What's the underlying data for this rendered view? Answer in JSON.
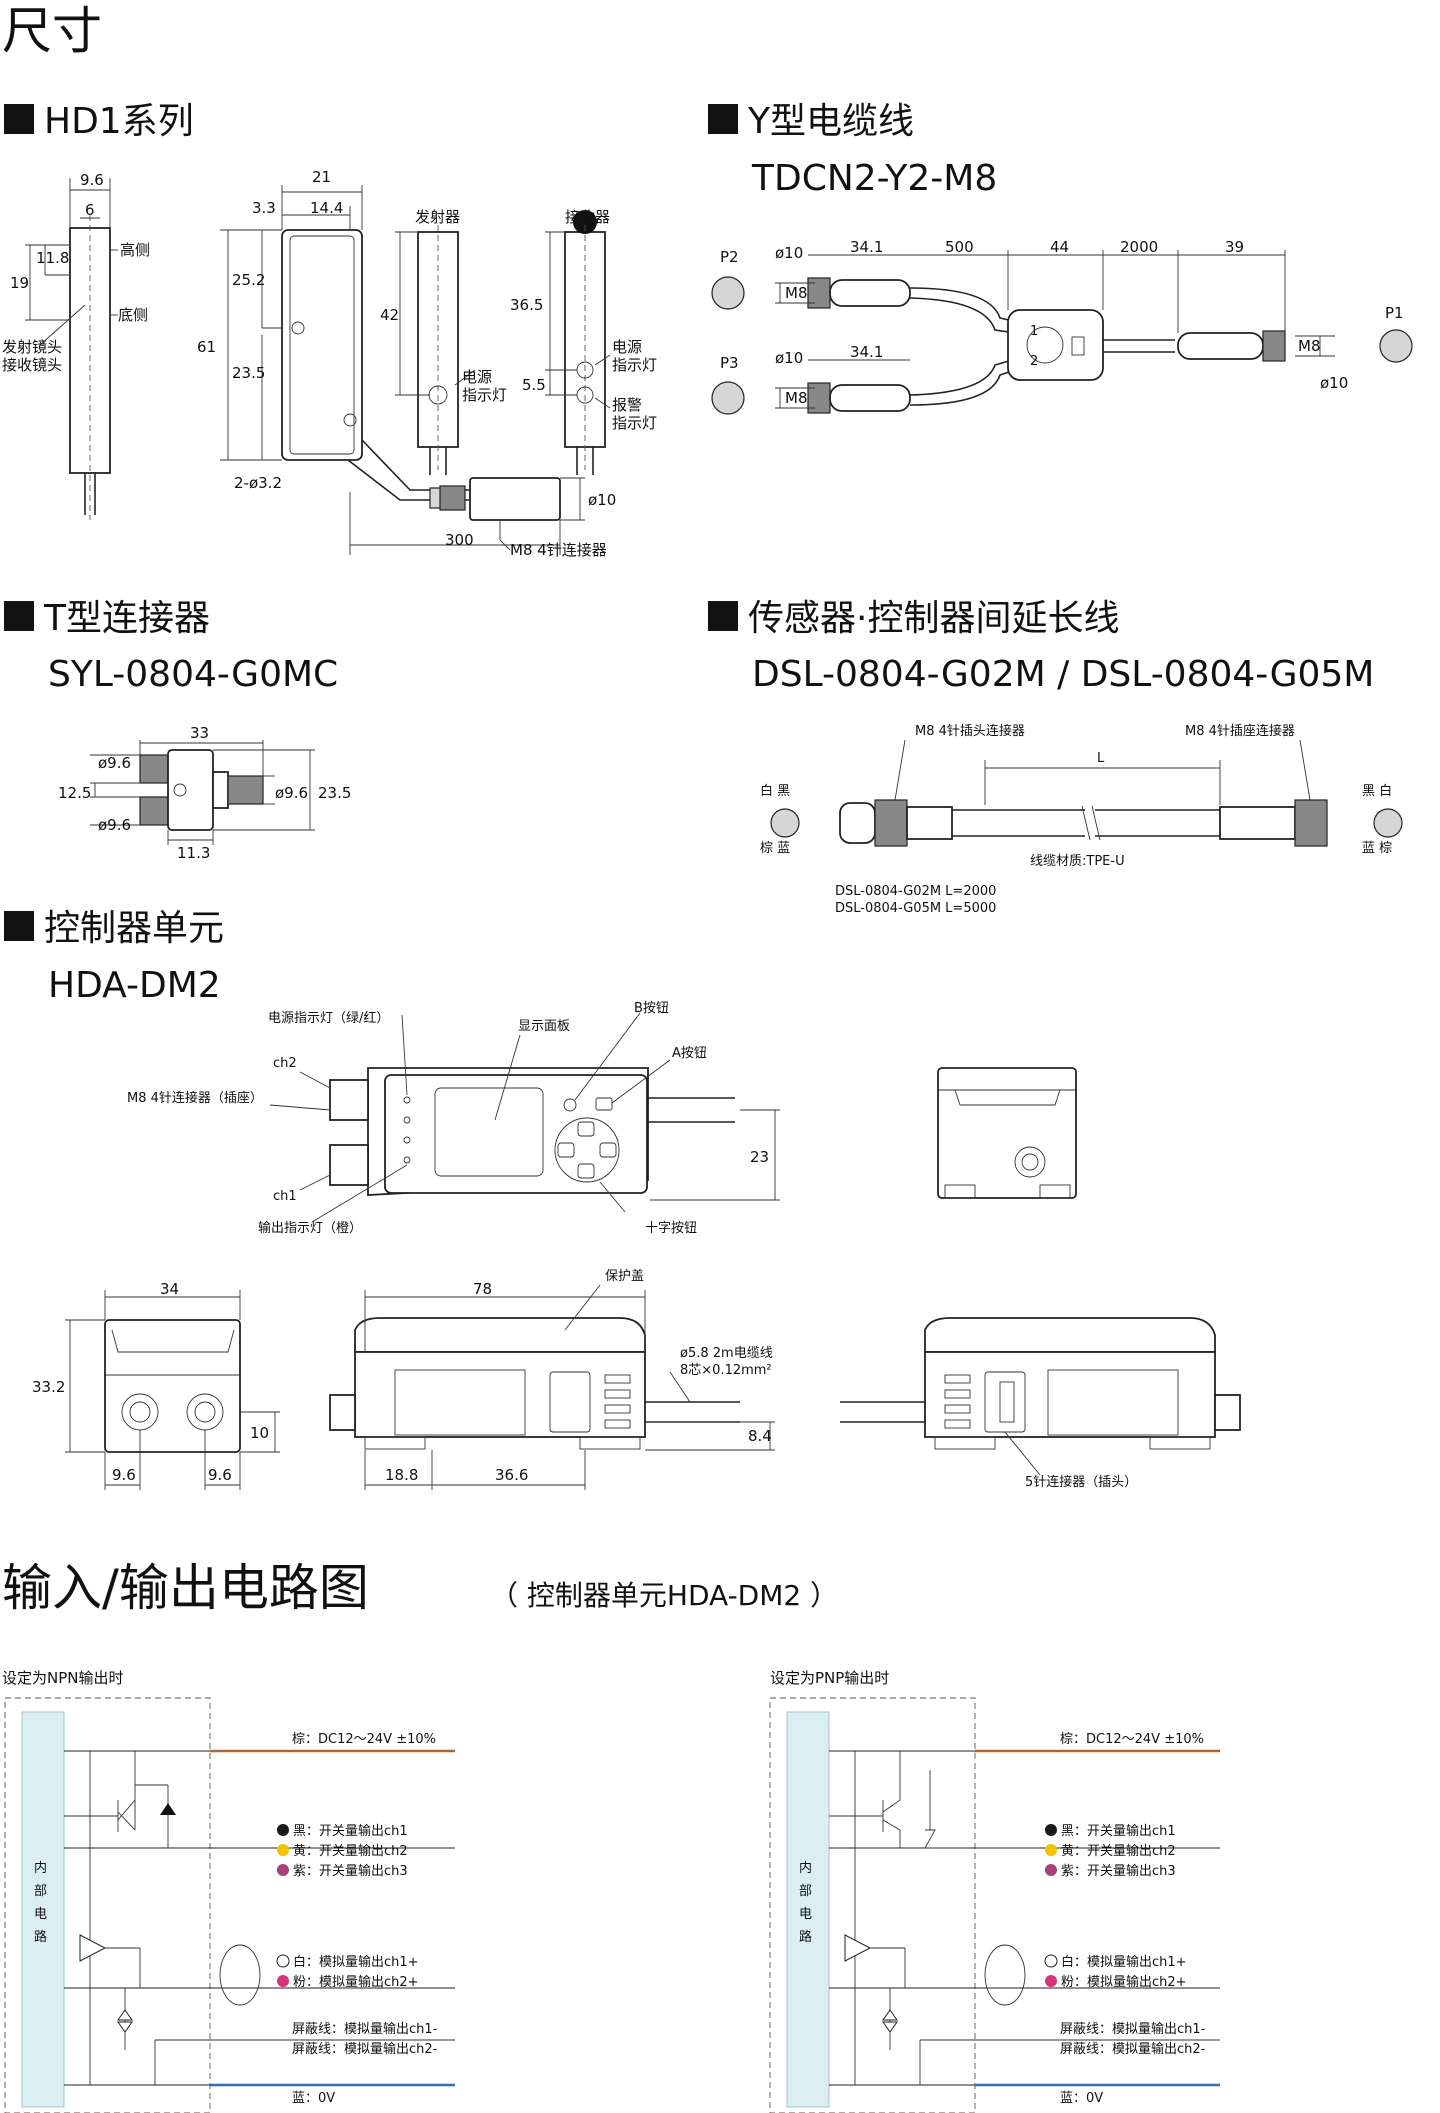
{
  "page": {
    "title": "尺寸",
    "sections": {
      "hd1": {
        "heading": "HD1系列"
      },
      "y_cable": {
        "heading": "Y型电缆线",
        "model": "TDCN2-Y2-M8"
      },
      "t_connector": {
        "heading": "T型连接器",
        "model": "SYL-0804-G0MC"
      },
      "ext_cable": {
        "heading": "传感器·控制器间延长线",
        "model": "DSL-0804-G02M / DSL-0804-G05M"
      },
      "controller": {
        "heading": "控制器单元",
        "model": "HDA-DM2"
      }
    },
    "circuit": {
      "title": "输入/输出电路图",
      "subtitle": "（ 控制器单元HDA-DM2 ）"
    }
  },
  "hd1": {
    "dims": {
      "w96": "9.6",
      "w6": "6",
      "h118": "11.8",
      "h19": "19",
      "w21": "21",
      "w33": "3.3",
      "w144": "14.4",
      "h252": "25.2",
      "h61": "61",
      "h235": "23.5",
      "hole": "2-ø3.2",
      "h42": "42",
      "h365": "36.5",
      "h55": "5.5",
      "l300": "300",
      "d10": "ø10"
    },
    "labels": {
      "high": "高侧",
      "bottom": "底侧",
      "lens1": "发射镜头",
      "lens2": "接收镜头",
      "emitter": "发射器",
      "receiver": "接收器",
      "power1_a": "电源",
      "power1_b": "指示灯",
      "power2_a": "电源",
      "power2_b": "指示灯",
      "alarm_a": "报警",
      "alarm_b": "指示灯",
      "connector": "M8 4针连接器"
    }
  },
  "ycable": {
    "p1": "P1",
    "p2": "P2",
    "p3": "P3",
    "d10a": "ø10",
    "d10b": "ø10",
    "d10c": "ø10",
    "m8a": "M8",
    "m8b": "M8",
    "m8c": "M8",
    "l341a": "34.1",
    "l341b": "34.1",
    "l500": "500",
    "l44": "44",
    "l2000": "2000",
    "l39": "39",
    "n1": "1",
    "n2": "2"
  },
  "tconn": {
    "w33": "33",
    "d96a": "ø9.6",
    "d96b": "ø9.6",
    "d96c": "ø9.6",
    "h125": "12.5",
    "h235": "23.5",
    "w113": "11.3"
  },
  "ext": {
    "plug": "M8 4针插头连接器",
    "socket": "M8 4针插座连接器",
    "L": "L",
    "material": "线缆材质:TPE-U",
    "left_top": "白  黑",
    "left_bot": "棕  蓝",
    "right_top": "黑  白",
    "right_bot": "蓝  棕",
    "len1": "DSL-0804-G02M   L=2000",
    "len2": "DSL-0804-G05M   L=5000"
  },
  "ctrl": {
    "power_led": "电源指示灯（绿/红）",
    "display": "显示面板",
    "b_btn": "B按钮",
    "a_btn": "A按钮",
    "ch2": "ch2",
    "m8": "M8 4针连接器（插座）",
    "ch1": "ch1",
    "out_led": "输出指示灯（橙）",
    "cross": "十字按钮",
    "h23": "23",
    "w34": "34",
    "h332": "33.2",
    "h10": "10",
    "w96a": "9.6",
    "w96b": "9.6",
    "w78": "78",
    "cover": "保护盖",
    "cable_a": "ø5.8 2m电缆线",
    "cable_b": "8芯×0.12mm²",
    "h84": "8.4",
    "w188": "18.8",
    "w366": "36.6",
    "five_pin": "5针连接器（插头）"
  },
  "npn": {
    "title": "设定为NPN输出时",
    "block": [
      "内",
      "部",
      "电",
      "路"
    ],
    "brown": "棕：DC12～24V ±10%",
    "black": "黑：开关量输出ch1",
    "yellow": "黄：开关量输出ch2",
    "purple": "紫：开关量输出ch3",
    "white": "白：模拟量输出ch1+",
    "pink": "粉：模拟量输出ch2+",
    "shield1": "屏蔽线：模拟量输出ch1-",
    "shield2": "屏蔽线：模拟量输出ch2-",
    "blue": "蓝：0V"
  },
  "pnp": {
    "title": "设定为PNP输出时",
    "block": [
      "内",
      "部",
      "电",
      "路"
    ],
    "brown": "棕：DC12～24V ±10%",
    "black": "黑：开关量输出ch1",
    "yellow": "黄：开关量输出ch2",
    "purple": "紫：开关量输出ch3",
    "white": "白：模拟量输出ch1+",
    "pink": "粉：模拟量输出ch2+",
    "shield1": "屏蔽线：模拟量输出ch1-",
    "shield2": "屏蔽线：模拟量输出ch2-",
    "blue": "蓝：0V"
  },
  "colors": {
    "brown_wire": "#a8693a",
    "blue_wire": "#2f6fb0",
    "dot_black": "#1a1a1a",
    "dot_yellow": "#f2c200",
    "dot_purple": "#a6417a",
    "dot_pink": "#d6357a",
    "block_fill": "#dbeef1"
  }
}
